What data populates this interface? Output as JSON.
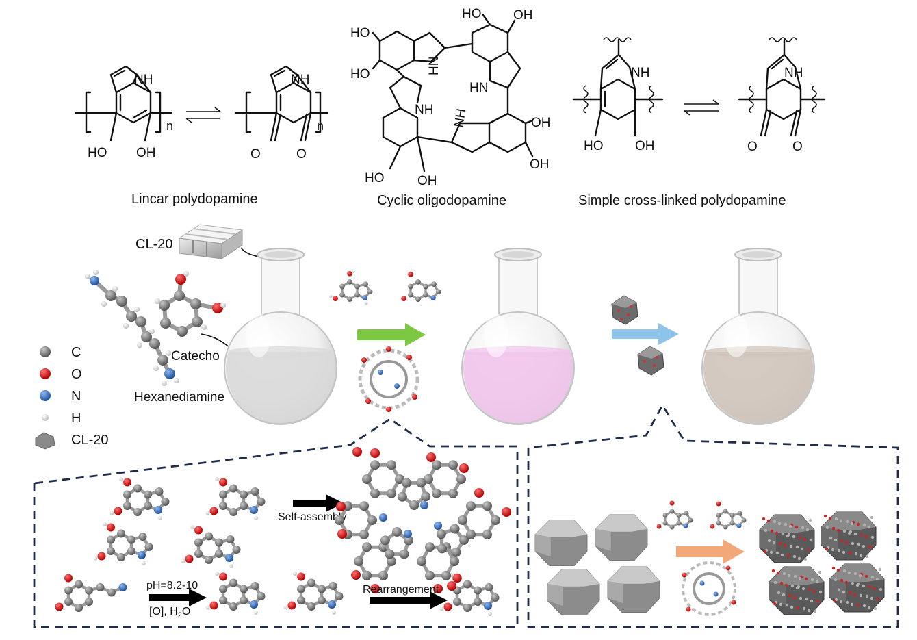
{
  "captions": {
    "linear": "Lincar polydopamine",
    "cyclic": "Cyclic oligodopamine",
    "crosslinked": "Simple cross-linked polydopamine"
  },
  "atoms": {
    "ho": "HO",
    "oh": "OH",
    "o": "O",
    "nh": "NH",
    "hn": "HN",
    "n_sub": "n"
  },
  "labels": {
    "cl20_top": "CL-20",
    "catecho": "Catecho",
    "hexanediamine": "Hexanediamine",
    "self_assembly": "Self-assembly",
    "ph": "pH=8.2-10",
    "oxid": "[O], H",
    "oxid_sub": "2",
    "oxid_end": "O",
    "rearrangement": "Rearrangement"
  },
  "legend": [
    {
      "symbol": "C",
      "color": "#6f6f6f"
    },
    {
      "symbol": "O",
      "color": "#e01010"
    },
    {
      "symbol": "N",
      "color": "#2f6fc4"
    },
    {
      "symbol": "H",
      "color": "#f2f2f2"
    },
    {
      "symbol": "CL-20",
      "color": "#8a8a8a"
    }
  ],
  "flasks": [
    {
      "liquid": "#d9d9d9"
    },
    {
      "liquid": "#f0c4ec"
    },
    {
      "liquid": "#cfc4bb"
    }
  ],
  "arrows": {
    "green": "#7cc843",
    "blue": "#8cc4ea",
    "orange": "#f2a878"
  }
}
